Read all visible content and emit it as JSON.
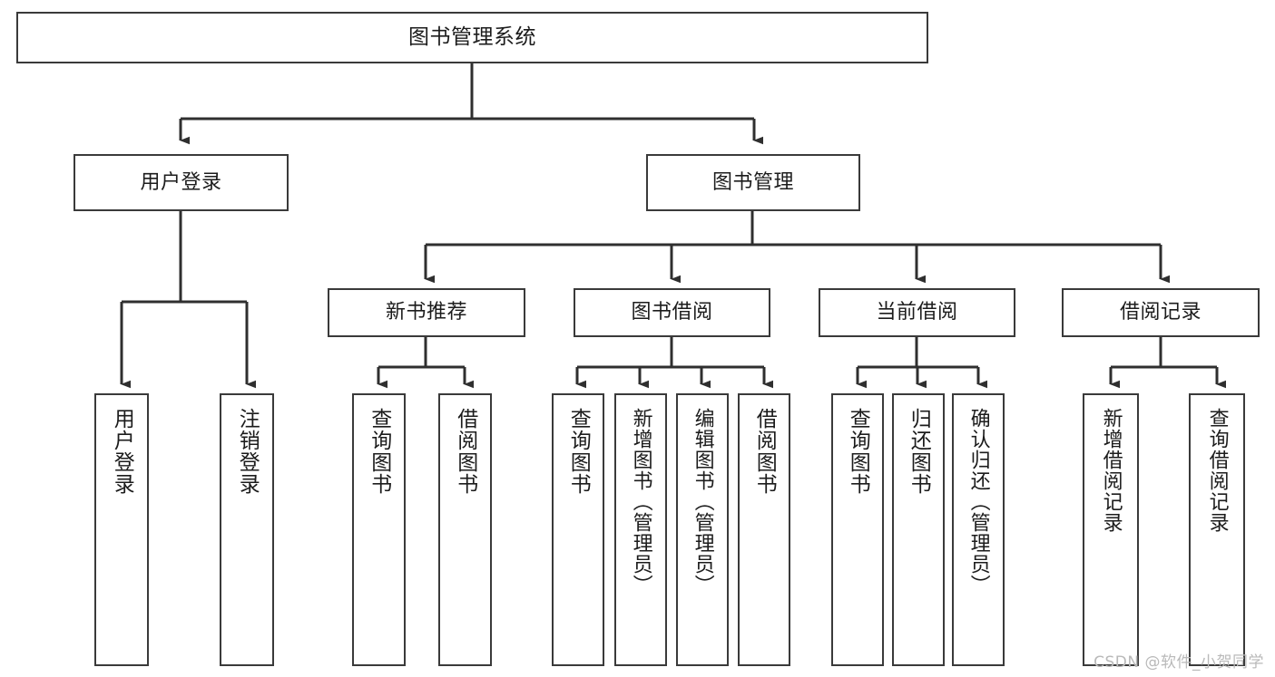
{
  "diagram": {
    "title": "图书管理系统",
    "type": "functional-structure-tree",
    "watermark": "CSDN @软件_小贺同学",
    "colors": {
      "background": "#ffffff",
      "node_border": "#3a3a3a",
      "node_fill": "#ffffff",
      "edge": "#2f2f2f",
      "text": "#1c1c1c",
      "watermark": "#b9b9b9"
    },
    "nodes": {
      "root": {
        "label": "图书管理系统"
      },
      "level1": [
        {
          "id": "user-login",
          "label": "用户登录"
        },
        {
          "id": "book-manage",
          "label": "图书管理"
        }
      ],
      "level2": [
        {
          "id": "new-book-recommend",
          "label": "新书推荐"
        },
        {
          "id": "book-borrow",
          "label": "图书借阅"
        },
        {
          "id": "current-borrow",
          "label": "当前借阅"
        },
        {
          "id": "borrow-record",
          "label": "借阅记录"
        }
      ],
      "leaves": {
        "user_login": [
          {
            "id": "leaf-user-login",
            "label": "用户登录"
          },
          {
            "id": "leaf-logout-login",
            "label": "注销登录"
          }
        ],
        "new_book_recommend": [
          {
            "id": "leaf-query-book-1",
            "label": "查询图书"
          },
          {
            "id": "leaf-borrow-book-1",
            "label": "借阅图书"
          }
        ],
        "book_borrow": [
          {
            "id": "leaf-query-book-2",
            "label": "查询图书"
          },
          {
            "id": "leaf-add-book",
            "label": "新增图书（管理员）"
          },
          {
            "id": "leaf-edit-book",
            "label": "编辑图书（管理员）"
          },
          {
            "id": "leaf-borrow-book-2",
            "label": "借阅图书"
          }
        ],
        "current_borrow": [
          {
            "id": "leaf-query-book-3",
            "label": "查询图书"
          },
          {
            "id": "leaf-return-book",
            "label": "归还图书"
          },
          {
            "id": "leaf-confirm-return",
            "label": "确认归还（管理员）"
          }
        ],
        "borrow_record": [
          {
            "id": "leaf-add-record",
            "label": "新增借阅记录"
          },
          {
            "id": "leaf-query-record",
            "label": "查询借阅记录"
          }
        ]
      }
    }
  }
}
